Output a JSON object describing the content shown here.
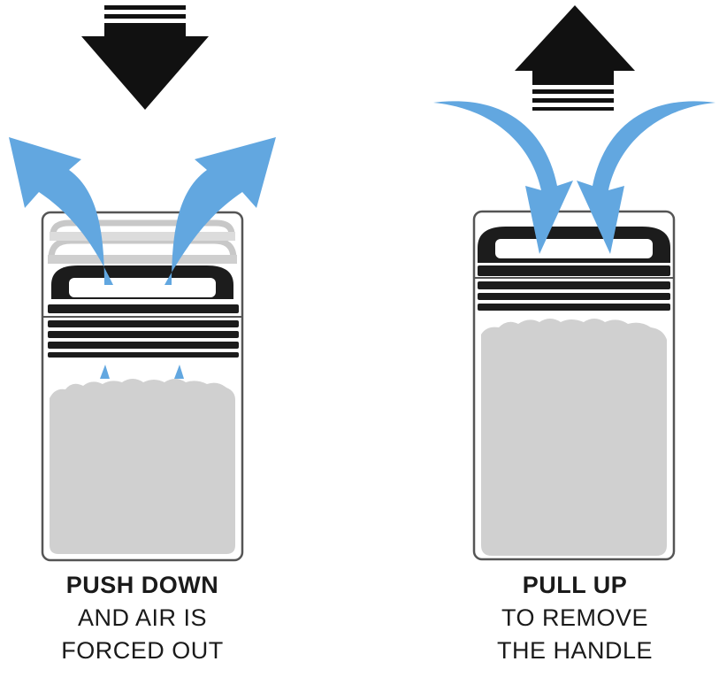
{
  "colors": {
    "air_arrow": "#62a7e0",
    "direction_arrow": "#111111",
    "handle": "#1c1c1c",
    "contents": "#d0d0d0",
    "jar_outline": "#555555"
  },
  "icons": {
    "left_direction": "arrow-down-icon",
    "right_direction": "arrow-up-icon"
  },
  "left": {
    "heading": "PUSH DOWN",
    "line1": "AND AIR IS",
    "line2": "FORCED OUT"
  },
  "right": {
    "heading": "PULL UP",
    "line1": "TO REMOVE",
    "line2": "THE HANDLE"
  }
}
